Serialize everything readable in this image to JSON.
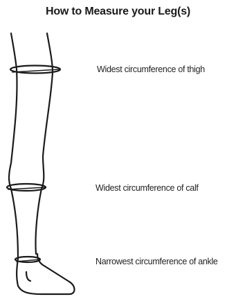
{
  "title": "How to Measure your Leg(s)",
  "labels": {
    "thigh": "Widest circumference of thigh",
    "calf": "Widest circumference of calf",
    "ankle": "Narrowest circumference of ankle"
  },
  "colors": {
    "ink": "#1a1a1a",
    "background": "#ffffff"
  }
}
